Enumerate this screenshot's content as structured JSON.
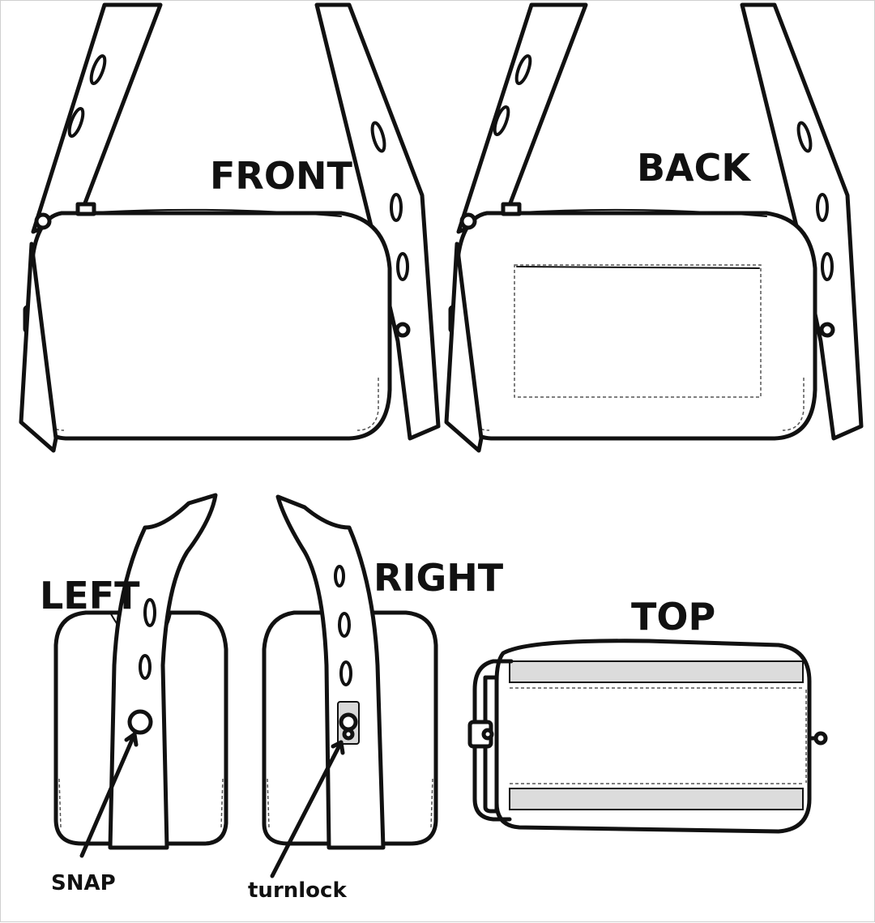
{
  "views": {
    "front": "FRONT",
    "back": "BACK",
    "left": "LEFT",
    "right": "RIGHT",
    "top": "TOP"
  },
  "callouts": {
    "snap": "SNAP",
    "turnlock": "turnlock"
  }
}
